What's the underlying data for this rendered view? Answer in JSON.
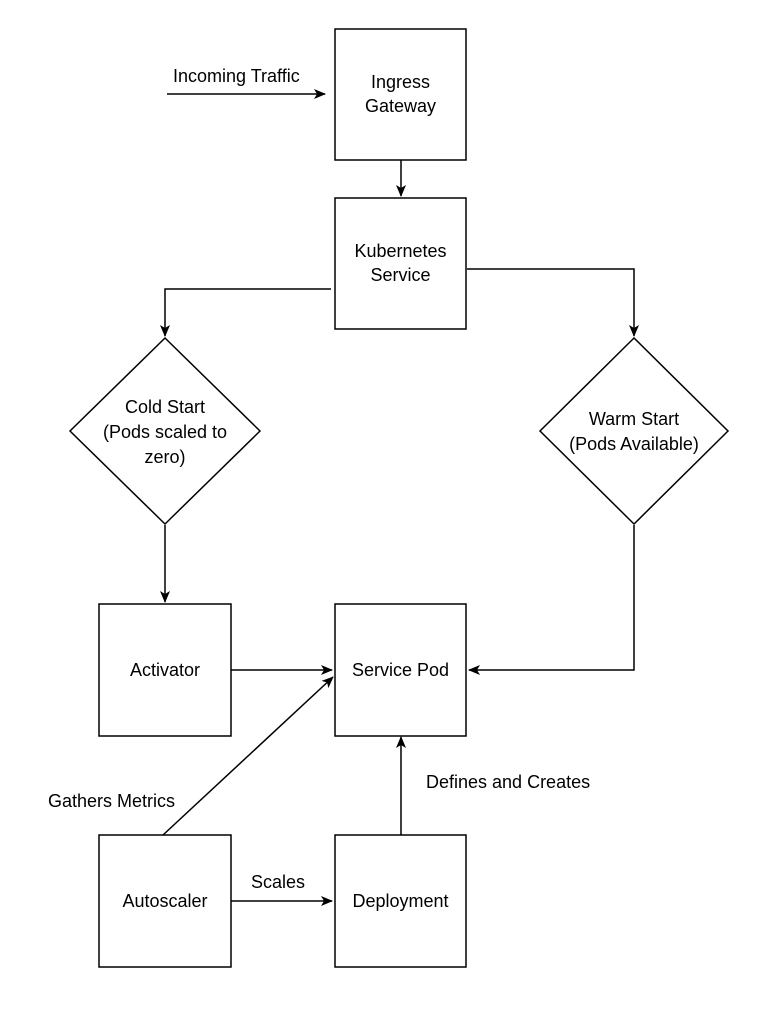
{
  "colors": {
    "stroke": "#000000",
    "fill": "#ffffff",
    "text": "#000000"
  },
  "nodes": {
    "ingress_gateway": {
      "label_lines": [
        "Ingress",
        "Gateway"
      ],
      "shape": "rectangle"
    },
    "kubernetes_service": {
      "label_lines": [
        "Kubernetes",
        "Service"
      ],
      "shape": "rectangle"
    },
    "cold_start": {
      "label_lines": [
        "Cold Start",
        "(Pods scaled to",
        "zero)"
      ],
      "shape": "diamond"
    },
    "warm_start": {
      "label_lines": [
        "Warm Start",
        "(Pods Available)"
      ],
      "shape": "diamond"
    },
    "activator": {
      "label_lines": [
        "Activator"
      ],
      "shape": "rectangle"
    },
    "service_pod": {
      "label_lines": [
        "Service Pod"
      ],
      "shape": "rectangle"
    },
    "autoscaler": {
      "label_lines": [
        "Autoscaler"
      ],
      "shape": "rectangle"
    },
    "deployment": {
      "label_lines": [
        "Deployment"
      ],
      "shape": "rectangle"
    }
  },
  "edges": {
    "incoming_traffic": {
      "label": "Incoming Traffic",
      "target": "ingress_gateway"
    },
    "ingress_to_service": {
      "source": "ingress_gateway",
      "target": "kubernetes_service"
    },
    "service_to_cold": {
      "source": "kubernetes_service",
      "target": "cold_start"
    },
    "service_to_warm": {
      "source": "kubernetes_service",
      "target": "warm_start"
    },
    "cold_to_activator": {
      "source": "cold_start",
      "target": "activator"
    },
    "activator_to_pod": {
      "source": "activator",
      "target": "service_pod"
    },
    "warm_to_pod": {
      "source": "warm_start",
      "target": "service_pod"
    },
    "autoscaler_to_pod": {
      "label": "Gathers Metrics",
      "source": "autoscaler",
      "target": "service_pod"
    },
    "autoscaler_to_deployment": {
      "label": "Scales",
      "source": "autoscaler",
      "target": "deployment"
    },
    "deployment_to_pod": {
      "label": "Defines and Creates",
      "source": "deployment",
      "target": "service_pod"
    }
  }
}
